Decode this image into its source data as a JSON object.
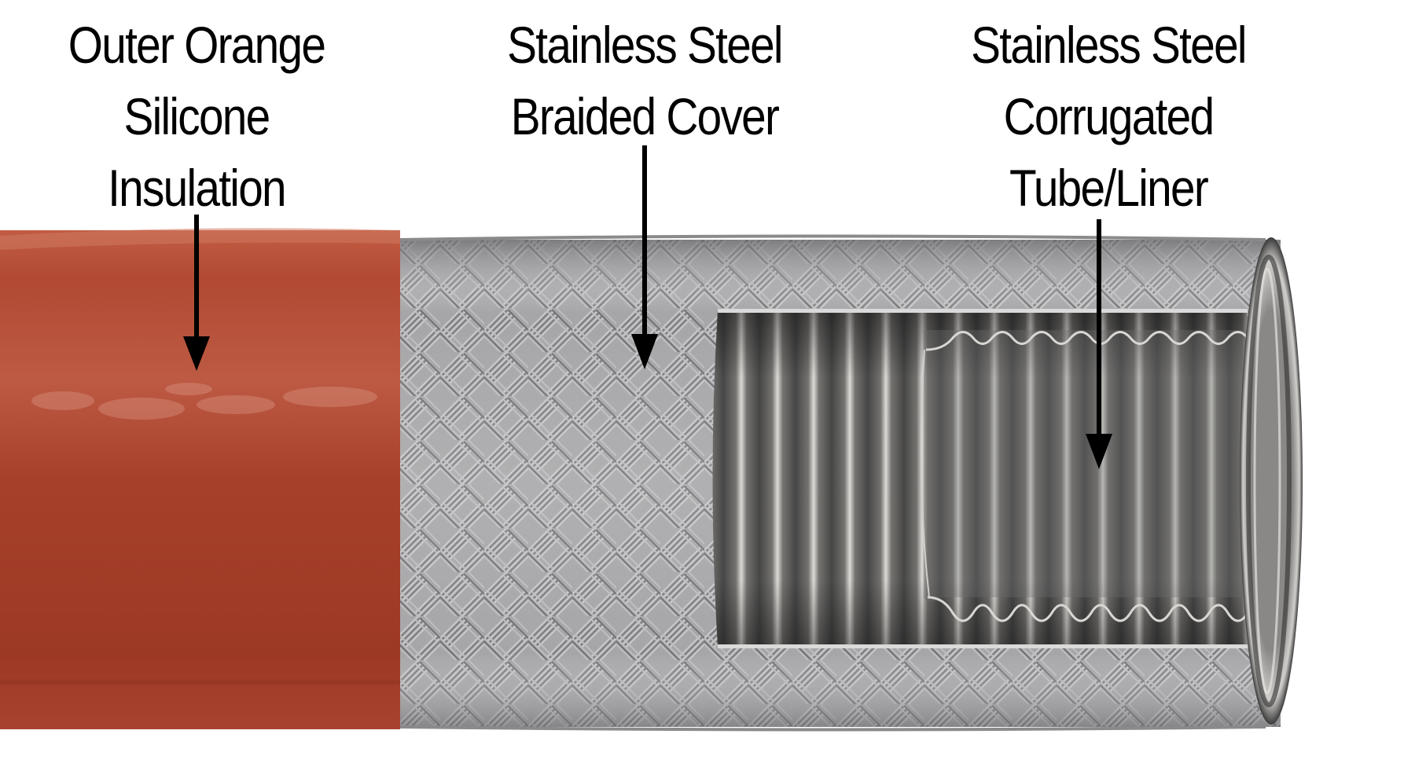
{
  "diagram": {
    "type": "labeled cross-section",
    "subject": "insulated stainless steel braided hose",
    "colors": {
      "background": "#ffffff",
      "insulation": "#a23a26",
      "braid": "#9a9a9c",
      "liner": "#6e6e6e",
      "text": "#000000",
      "arrows": "#000000"
    },
    "labels": [
      {
        "id": "insulation",
        "lines": [
          "Outer Orange",
          "Silicone",
          "Insulation"
        ]
      },
      {
        "id": "braid",
        "lines": [
          "Stainless Steel",
          "Braided Cover"
        ]
      },
      {
        "id": "liner",
        "lines": [
          "Stainless Steel",
          "Corrugated",
          "Tube/Liner"
        ]
      }
    ]
  }
}
